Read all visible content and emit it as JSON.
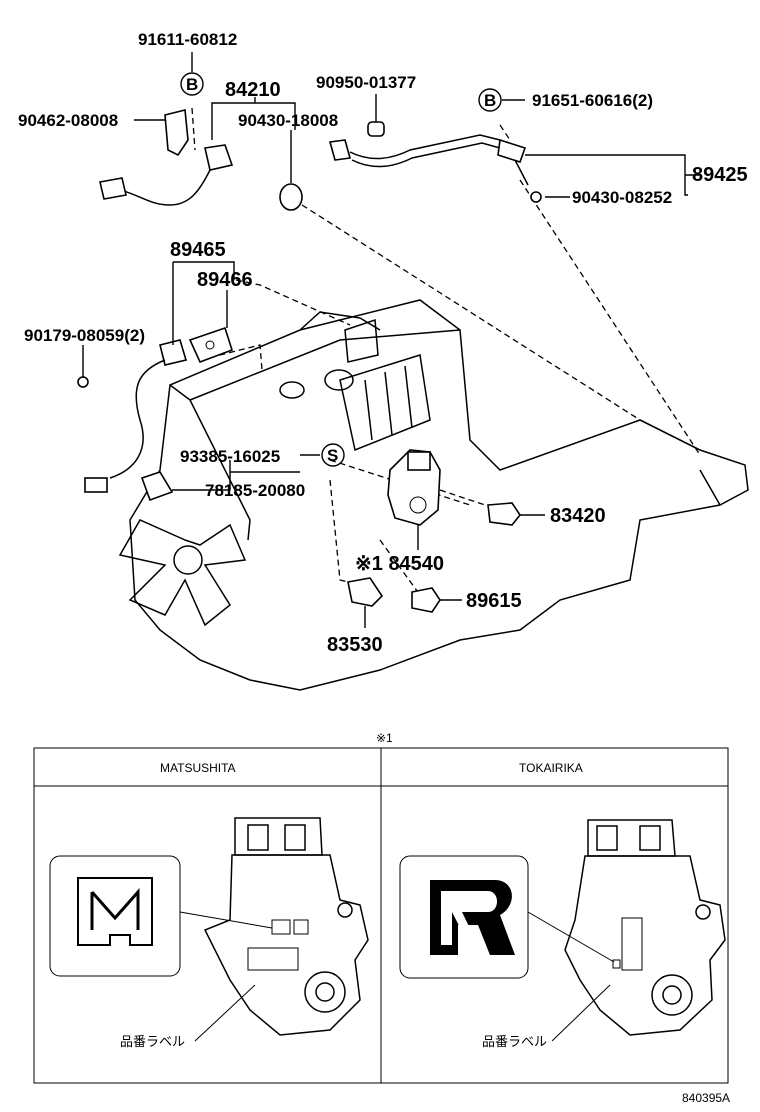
{
  "labels": {
    "p91611": "91611-60812",
    "p84210": "84210",
    "p90462": "90462-08008",
    "p90430a": "90430-18008",
    "p90950": "90950-01377",
    "p91651": "91651-60616(2)",
    "p89425": "89425",
    "p90430b": "90430-08252",
    "p89465": "89465",
    "p89466": "89466",
    "p90179": "90179-08059(2)",
    "p93385": "93385-16025",
    "p78185": "78185-20080",
    "p83420": "83420",
    "p84540": "※1 84540",
    "p89615": "89615",
    "p83530": "83530",
    "markerB": "B",
    "markerS": "S"
  },
  "detail": {
    "note": "※1",
    "col_left": "MATSUSHITA",
    "col_right": "TOKAIRIKA",
    "label_left": "品番ラベル",
    "label_right": "品番ラベル"
  },
  "figure_id": "840395A"
}
